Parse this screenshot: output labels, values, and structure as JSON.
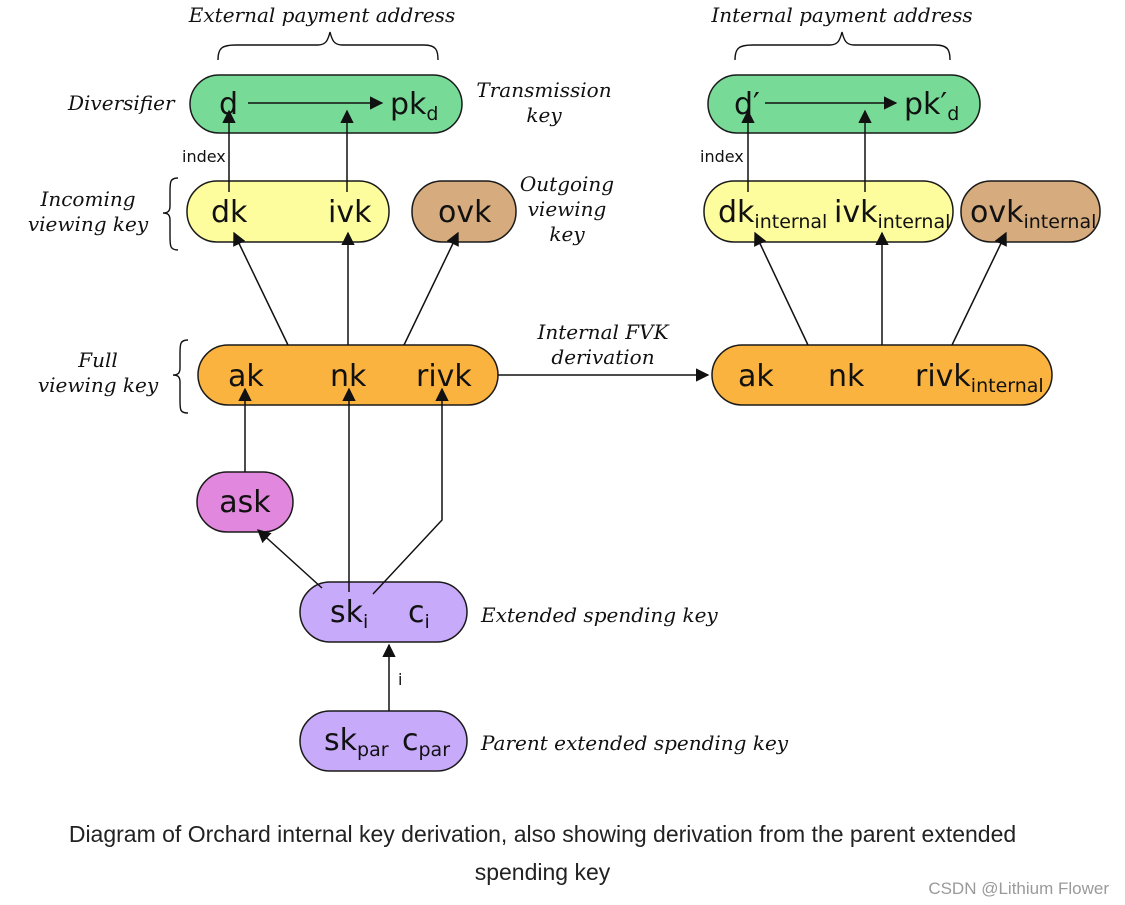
{
  "diagram": {
    "labels": {
      "external_payment_address": "External payment address",
      "internal_payment_address": "Internal payment address",
      "diversifier": "Diversifier",
      "transmission_key_line1": "Transmission",
      "transmission_key_line2": "key",
      "incoming_viewing_key_line1": "Incoming",
      "incoming_viewing_key_line2": "viewing key",
      "outgoing_viewing_key_line1": "Outgoing",
      "outgoing_viewing_key_line2": "viewing",
      "outgoing_viewing_key_line3": "key",
      "full_viewing_key_line1": "Full",
      "full_viewing_key_line2": "viewing key",
      "internal_fvk_line1": "Internal FVK",
      "internal_fvk_line2": "derivation",
      "extended_spending_key": "Extended spending key",
      "parent_extended_spending_key": "Parent extended spending key",
      "index_left": "index",
      "index_right": "index",
      "i_label": "i"
    },
    "keys": {
      "d": "d",
      "pk": "pk",
      "pk_sub": "d",
      "d_prime": "d′",
      "pk_prime": "pk′",
      "pk_prime_sub": "d",
      "dk": "dk",
      "ivk": "ivk",
      "ovk": "ovk",
      "dk_int": "dk",
      "ivk_int": "ivk",
      "ovk_int": "ovk",
      "internal_sub": "internal",
      "ak": "ak",
      "nk": "nk",
      "rivk": "rivk",
      "ak_int": "ak",
      "nk_int": "nk",
      "rivk_int": "rivk",
      "ask": "ask",
      "sk": "sk",
      "sk_sub": "i",
      "c": "c",
      "c_sub": "i",
      "sk_par": "sk",
      "sk_par_sub": "par",
      "c_par": "c",
      "c_par_sub": "par"
    },
    "colors": {
      "green": "#77db97",
      "yellow": "#fdfd9e",
      "tan": "#d6ab7e",
      "orange": "#fbb33f",
      "pink": "#e187dd",
      "purple": "#c8aafb"
    }
  },
  "caption": {
    "line1": "Diagram of Orchard internal key derivation, also showing derivation from the parent extended",
    "line2": "spending key"
  },
  "watermark": "CSDN @Lithium Flower"
}
